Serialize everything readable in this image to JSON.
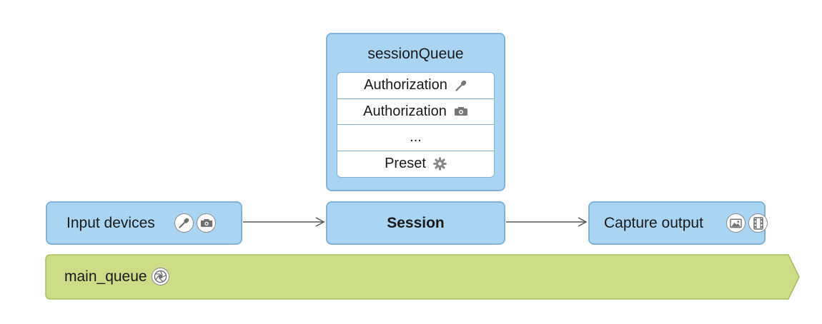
{
  "session_queue": {
    "title": "sessionQueue",
    "items": [
      {
        "label": "Authorization",
        "icon": "microphone-icon"
      },
      {
        "label": "Authorization",
        "icon": "camera-icon"
      },
      {
        "label": "...",
        "icon": ""
      },
      {
        "label": "Preset",
        "icon": "gear-icon"
      }
    ]
  },
  "input_devices": {
    "label": "Input devices",
    "icons": [
      "microphone-icon",
      "camera-icon"
    ]
  },
  "session": {
    "label": "Session"
  },
  "capture_output": {
    "label": "Capture output",
    "icons": [
      "photo-icon",
      "film-icon"
    ]
  },
  "main_queue": {
    "label": "main_queue",
    "icon": "aperture-icon"
  },
  "colors": {
    "box_fill": "#a9d5f2",
    "box_border": "#7fb3d9",
    "queue_fill": "#cddc86",
    "queue_border": "#a5bf55",
    "arrow": "#555555"
  }
}
